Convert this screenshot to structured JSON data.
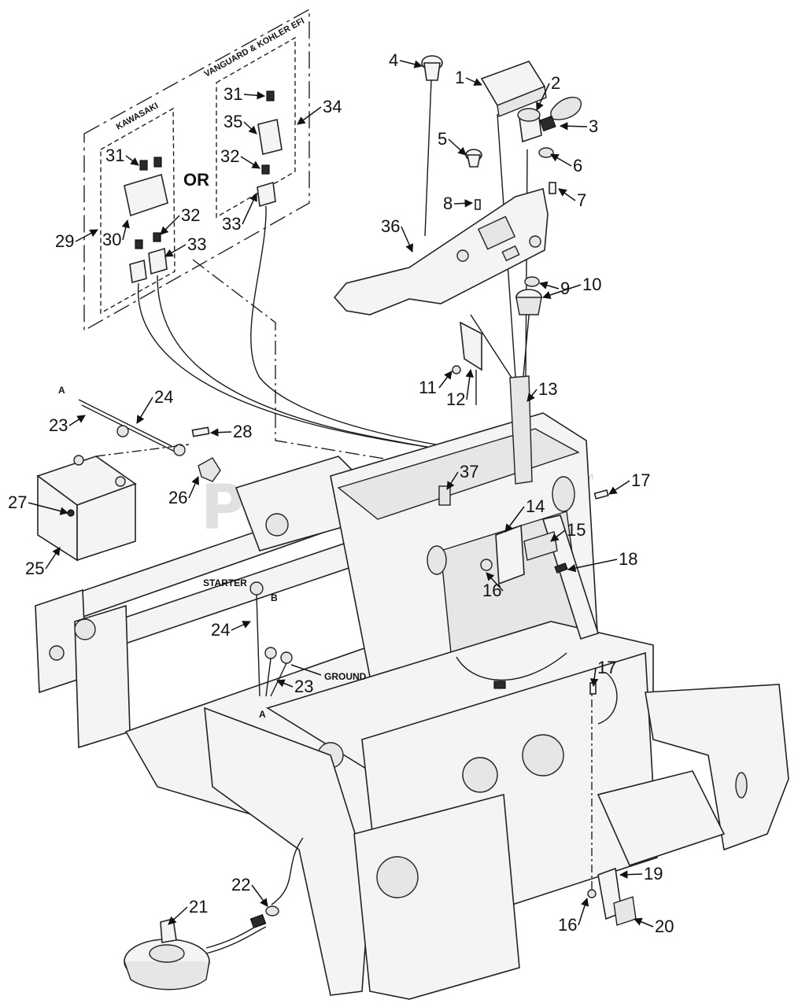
{
  "watermark": "PartsTree",
  "watermark_tm": "TM",
  "kit_box": {
    "label_left": "KAWASAKI",
    "label_right": "VANGUARD & KOHLER EFI",
    "or_text": "OR"
  },
  "text_labels": {
    "starter": "STARTER",
    "ground": "GROUND",
    "a_top": "A",
    "a_bottom": "A",
    "b": "B"
  },
  "callouts": [
    {
      "id": "c1",
      "text": "1"
    },
    {
      "id": "c2",
      "text": "2"
    },
    {
      "id": "c3",
      "text": "3"
    },
    {
      "id": "c4",
      "text": "4"
    },
    {
      "id": "c5",
      "text": "5"
    },
    {
      "id": "c6",
      "text": "6"
    },
    {
      "id": "c7",
      "text": "7"
    },
    {
      "id": "c8",
      "text": "8"
    },
    {
      "id": "c9",
      "text": "9"
    },
    {
      "id": "c10",
      "text": "10"
    },
    {
      "id": "c11",
      "text": "11"
    },
    {
      "id": "c12",
      "text": "12"
    },
    {
      "id": "c13",
      "text": "13"
    },
    {
      "id": "c14",
      "text": "14"
    },
    {
      "id": "c15",
      "text": "15"
    },
    {
      "id": "c16a",
      "text": "16"
    },
    {
      "id": "c16b",
      "text": "16"
    },
    {
      "id": "c17a",
      "text": "17"
    },
    {
      "id": "c17b",
      "text": "17"
    },
    {
      "id": "c18",
      "text": "18"
    },
    {
      "id": "c19",
      "text": "19"
    },
    {
      "id": "c20",
      "text": "20"
    },
    {
      "id": "c21",
      "text": "21"
    },
    {
      "id": "c22",
      "text": "22"
    },
    {
      "id": "c23a",
      "text": "23"
    },
    {
      "id": "c23b",
      "text": "23"
    },
    {
      "id": "c24a",
      "text": "24"
    },
    {
      "id": "c24b",
      "text": "24"
    },
    {
      "id": "c25",
      "text": "25"
    },
    {
      "id": "c26",
      "text": "26"
    },
    {
      "id": "c27",
      "text": "27"
    },
    {
      "id": "c28",
      "text": "28"
    },
    {
      "id": "c29",
      "text": "29"
    },
    {
      "id": "c30",
      "text": "30"
    },
    {
      "id": "c31a",
      "text": "31"
    },
    {
      "id": "c31b",
      "text": "31"
    },
    {
      "id": "c32a",
      "text": "32"
    },
    {
      "id": "c32b",
      "text": "32"
    },
    {
      "id": "c33a",
      "text": "33"
    },
    {
      "id": "c33b",
      "text": "33"
    },
    {
      "id": "c34",
      "text": "34"
    },
    {
      "id": "c35",
      "text": "35"
    },
    {
      "id": "c36",
      "text": "36"
    },
    {
      "id": "c37",
      "text": "37"
    }
  ]
}
